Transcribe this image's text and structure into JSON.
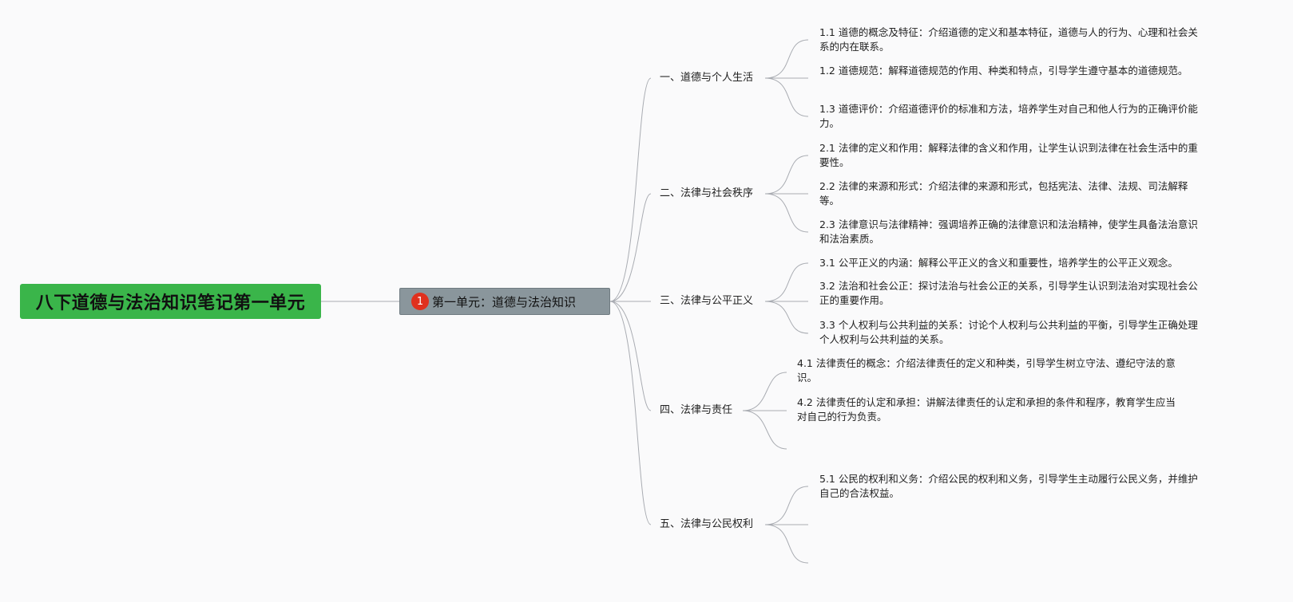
{
  "root": {
    "title": "八下道德与法治知识笔记第一单元"
  },
  "main": {
    "badge": "1",
    "title": "第一单元：道德与法治知识"
  },
  "branches": [
    {
      "label": "一、道德与个人生活",
      "items": [
        "1.1 道德的概念及特征：介绍道德的定义和基本特征，道德与人的行为、心理和社会关系的内在联系。",
        "1.2 道德规范：解释道德规范的作用、种类和特点，引导学生遵守基本的道德规范。",
        "1.3 道德评价：介绍道德评价的标准和方法，培养学生对自己和他人行为的正确评价能力。"
      ]
    },
    {
      "label": "二、法律与社会秩序",
      "items": [
        "2.1 法律的定义和作用：解释法律的含义和作用，让学生认识到法律在社会生活中的重要性。",
        "2.2 法律的来源和形式：介绍法律的来源和形式，包括宪法、法律、法规、司法解释等。",
        "2.3 法律意识与法律精神：强调培养正确的法律意识和法治精神，使学生具备法治意识和法治素质。"
      ]
    },
    {
      "label": "三、法律与公平正义",
      "items": [
        "3.1 公平正义的内涵：解释公平正义的含义和重要性，培养学生的公平正义观念。",
        "3.2 法治和社会公正：探讨法治与社会公正的关系，引导学生认识到法治对实现社会公正的重要作用。",
        "3.3 个人权利与公共利益的关系：讨论个人权利与公共利益的平衡，引导学生正确处理个人权利与公共利益的关系。"
      ]
    },
    {
      "label": "四、法律与责任",
      "items": [
        "4.1 法律责任的概念：介绍法律责任的定义和种类，引导学生树立守法、遵纪守法的意识。",
        "4.2 法律责任的认定和承担：讲解法律责任的认定和承担的条件和程序，教育学生应当对自己的行为负责。"
      ]
    },
    {
      "label": "五、法律与公民权利",
      "items": [
        "5.1 公民的权利和义务：介绍公民的权利和义务，引导学生主动履行公民义务，并维护自己的合法权益。"
      ]
    }
  ]
}
